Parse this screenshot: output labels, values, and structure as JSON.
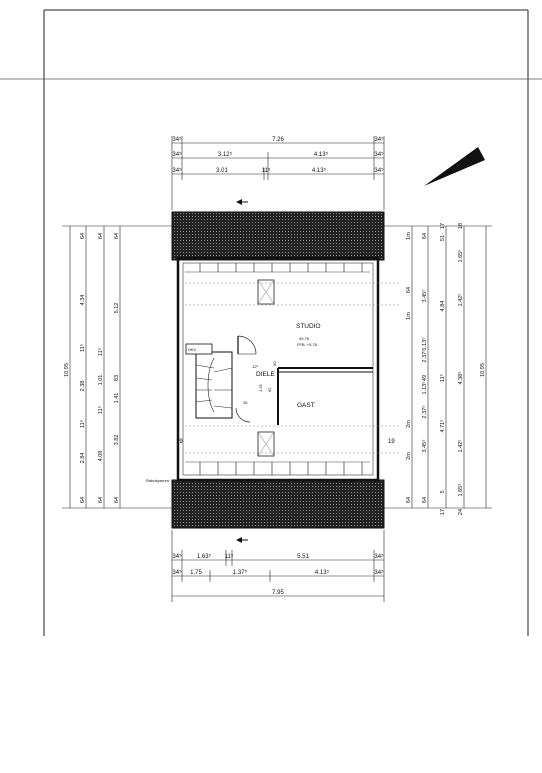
{
  "plan": {
    "rooms": {
      "studio": "STUDIO",
      "studio_area": "49,78",
      "studio_ffb": "FFB: +5,78",
      "diele": "DIELE",
      "gast": "GAST",
      "hkv": "HKV"
    },
    "labels": {
      "rinne_left": "Rabdsparren",
      "rinne_mid": "Rabdsparren",
      "rinne_right": "Rabdsparren"
    },
    "top_dims": {
      "row1": [
        "34⁵",
        "7.26",
        "34⁵"
      ],
      "row2": [
        "34⁵",
        "3.12⁵",
        "4.13⁵",
        "34⁵"
      ],
      "row3": [
        "34⁵",
        "3.01",
        "11⁵",
        "4.13⁵",
        "34⁵"
      ]
    },
    "bottom_dims": {
      "row1": [
        "34⁵",
        "1.63⁵",
        "11⁵",
        "5.51",
        "34⁵"
      ],
      "row2": [
        "34⁵",
        "1.75",
        "1.37⁵",
        "4.13⁵",
        "34⁵"
      ],
      "row3": [
        "7.95"
      ]
    },
    "left_dims": {
      "outer": [
        "10.95"
      ],
      "col_a": [
        "64",
        "4.34",
        "11⁵",
        "2.38",
        "11⁵",
        "2.84",
        "64"
      ],
      "col_b": [
        "64",
        "11⁵",
        "1.01",
        "11⁵",
        "4.09",
        "64"
      ],
      "col_c": [
        "64",
        "5.12",
        "83",
        "1.41",
        "3.82",
        "64"
      ]
    },
    "right_dims": {
      "outer": [
        "10.95"
      ],
      "col_a": [
        "64",
        "1m",
        "2m",
        "2m",
        "1m",
        "64"
      ],
      "col_b": [
        "64",
        "3.45⁵",
        "1.13⁵",
        "2.37⁵",
        "49",
        "1.13⁵",
        "2.37⁵",
        "3.45⁵",
        "64"
      ],
      "col_c": [
        "17",
        "51",
        "4.84",
        "11⁵",
        "4.71⁵",
        "5",
        "17"
      ],
      "col_d": [
        "18",
        "1.65⁵",
        "1.42⁵",
        "4.38⁵",
        "1.42⁵",
        "1.65⁵",
        "24"
      ]
    },
    "misc": {
      "left_gap": "19",
      "right_gap": "19",
      "stair_tread": "1.25",
      "stair_w": "62",
      "stair_h": "50",
      "d12": "12⁵",
      "d26": "26"
    }
  }
}
